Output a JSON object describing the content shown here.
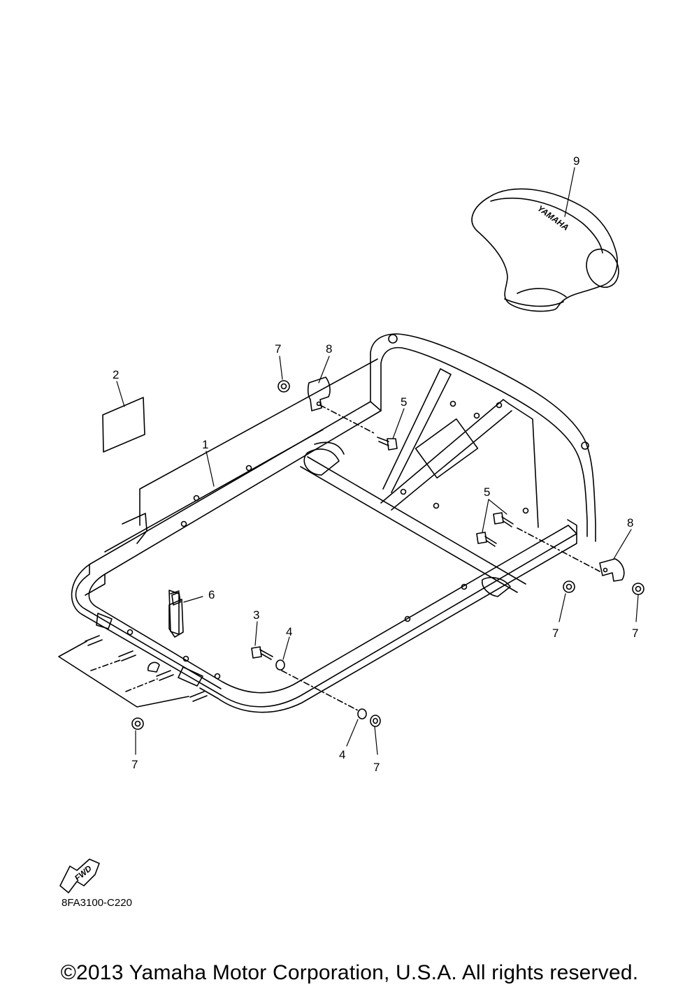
{
  "callouts": {
    "p1": "1",
    "p2": "2",
    "p3": "3",
    "p4a": "4",
    "p4b": "4",
    "p5a": "5",
    "p5b": "5",
    "p6": "6",
    "p7a": "7",
    "p7b": "7",
    "p7c": "7",
    "p7d": "7",
    "p7e": "7",
    "p8a": "8",
    "p8b": "8",
    "p9": "9"
  },
  "fwd_label": "FWD",
  "cover_brand": "YAMAHA",
  "diagram_code": "8FA3100-C220",
  "copyright": "©2013 Yamaha Motor Corporation, U.S.A. All rights reserved."
}
